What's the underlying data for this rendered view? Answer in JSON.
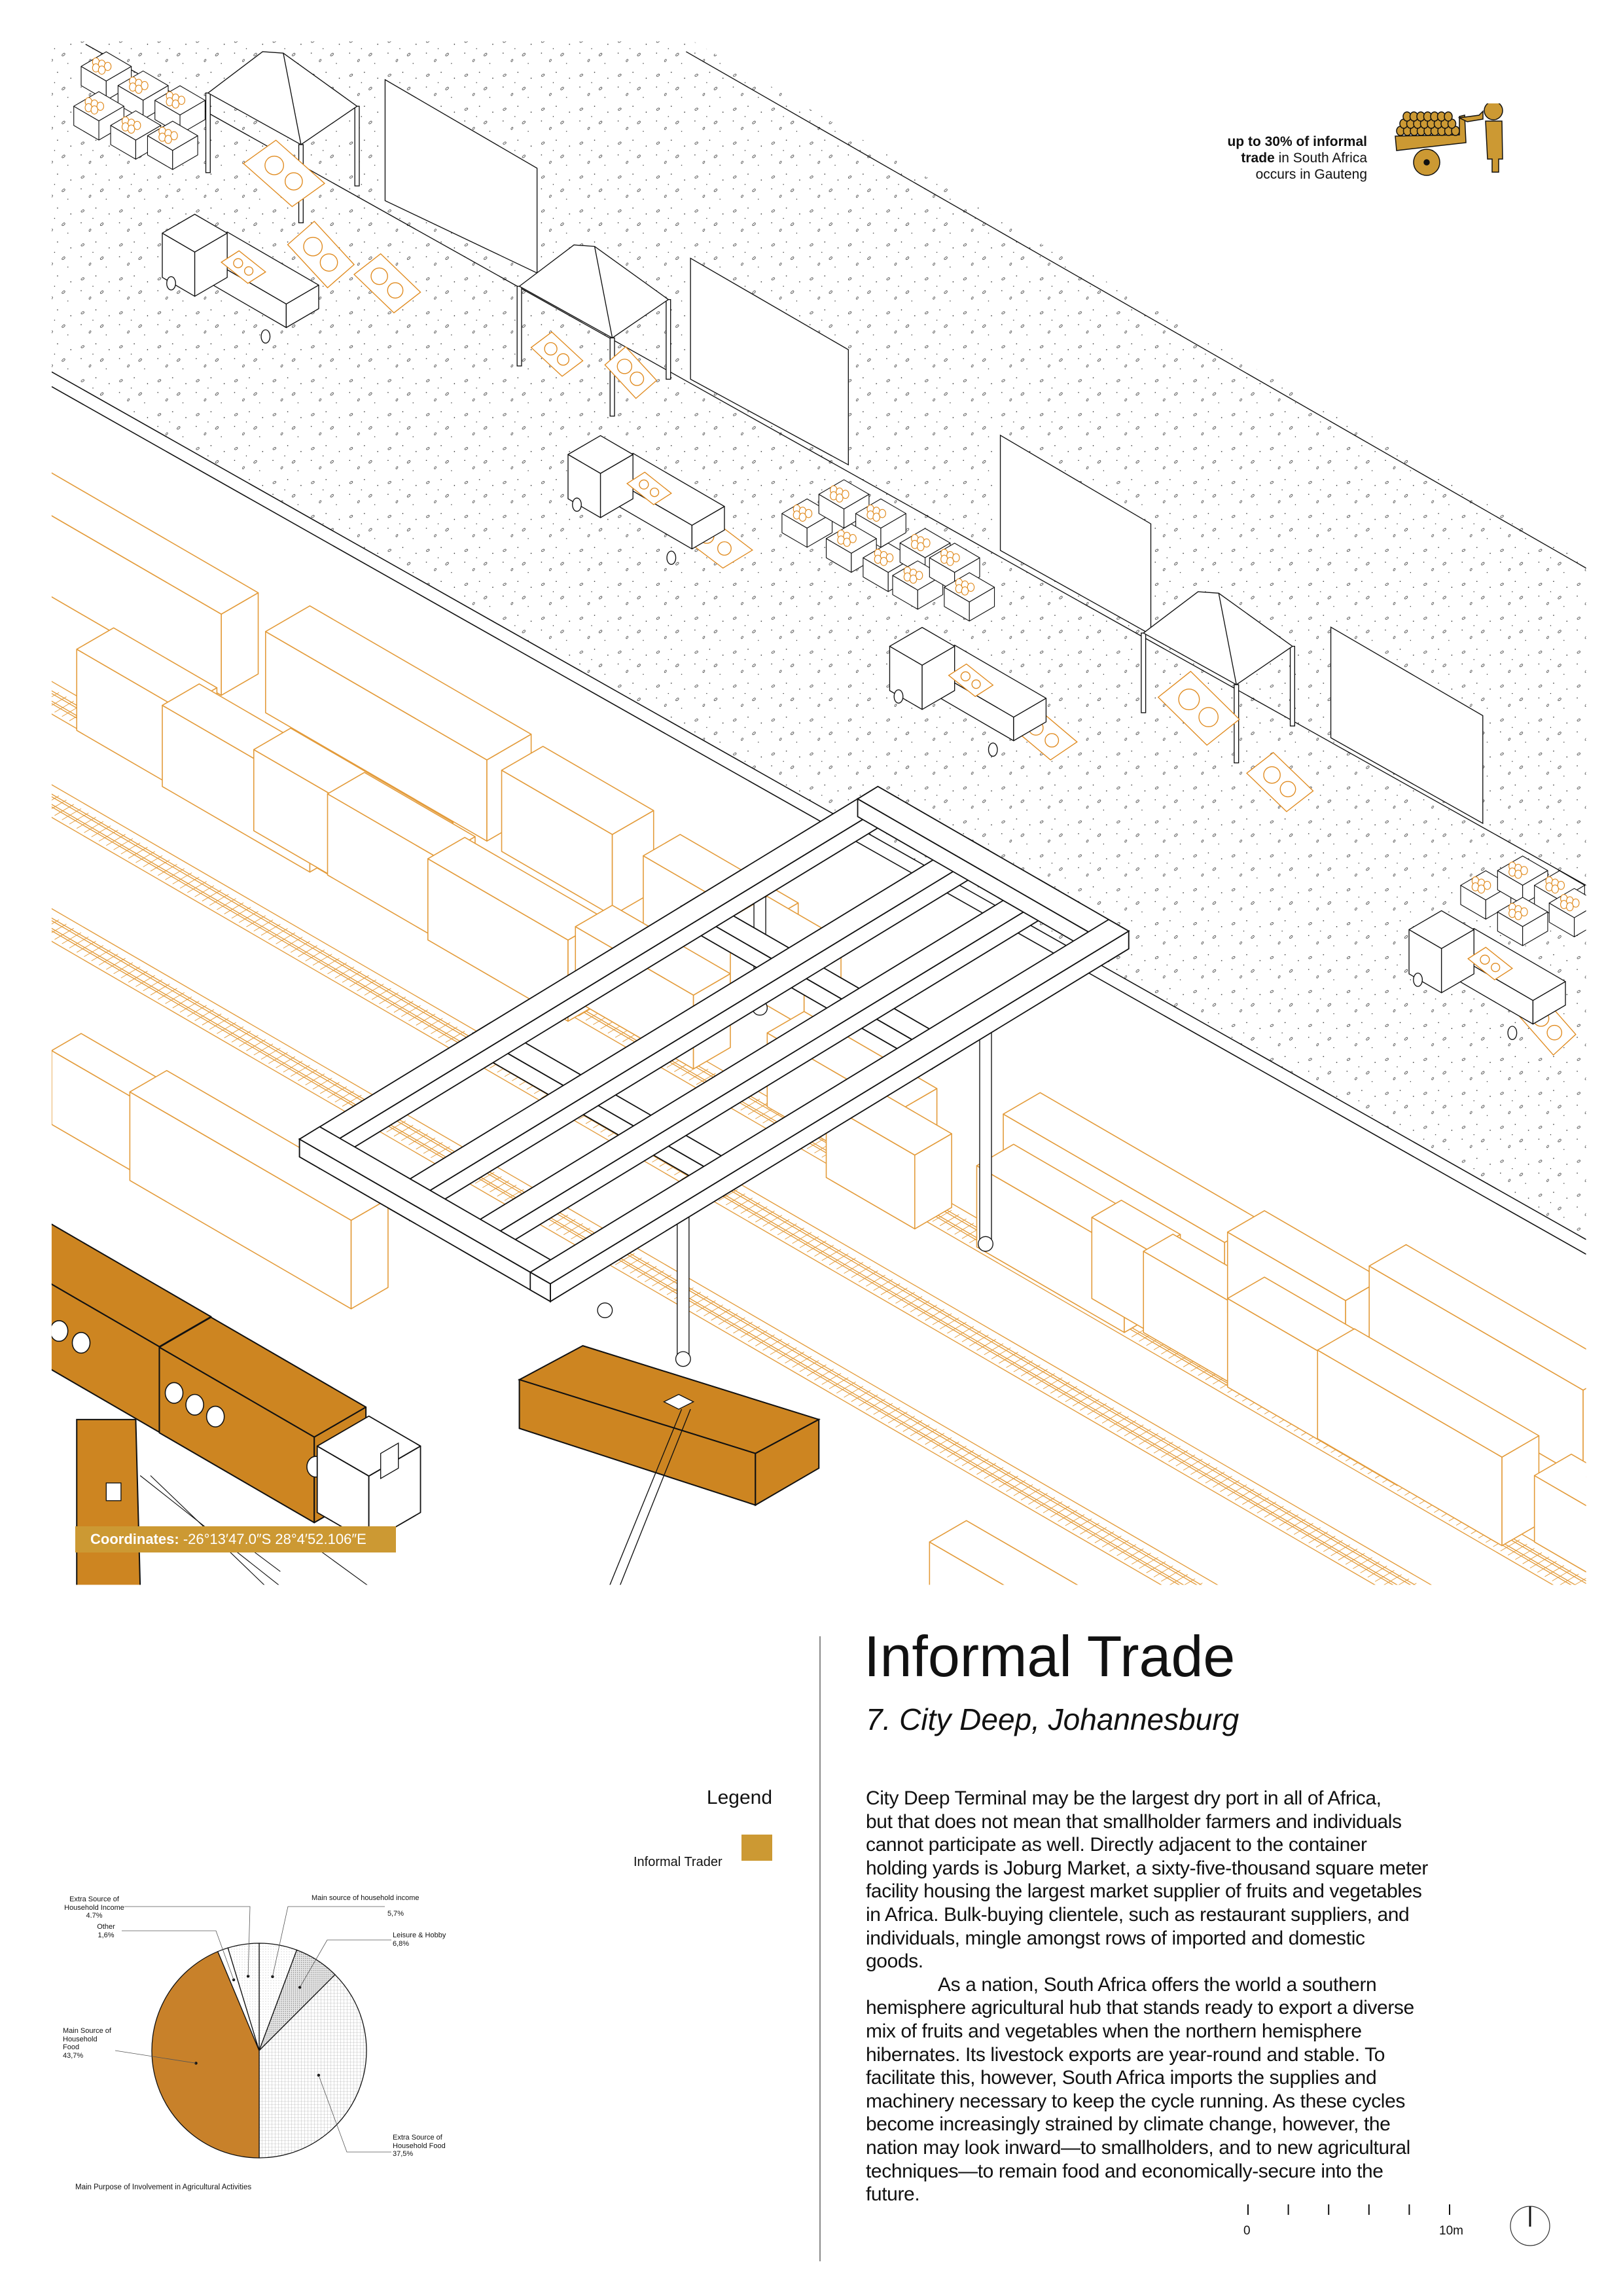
{
  "info": {
    "line1_bold": "up to 30% of informal",
    "line2_bold": "trade",
    "line2_rest": " in South Africa",
    "line3": "occurs in Gauteng",
    "icon": "cart-vendor-icon",
    "color": "#cc9933"
  },
  "coordinates": {
    "label": "Coordinates:",
    "value": "-26°13′47.0″S 28°4′52.106″E"
  },
  "header": {
    "title": "Informal Trade",
    "subtitle": "7. City Deep, Johannesburg"
  },
  "legend": {
    "title": "Legend",
    "items": [
      {
        "label": "Informal Trader",
        "color": "#cc9933"
      }
    ]
  },
  "body": {
    "paragraph1": [
      "City Deep Terminal may be the largest dry port in all of Africa,",
      "but that does not mean that smallholder farmers and individuals",
      "cannot participate as well. Directly adjacent to the container",
      "holding yards is Joburg Market, a sixty-five-thousand square meter",
      "facility housing the largest market supplier of fruits and vegetables",
      "in Africa. Bulk-buying clientele, such as restaurant suppliers, and",
      "individuals, mingle amongst rows of imported and domestic",
      "goods."
    ],
    "paragraph2": [
      "As a nation, South Africa offers the world a southern",
      "hemisphere agricultural hub that stands ready to export a diverse",
      "mix of fruits and vegetables when the northern hemisphere",
      "hibernates. Its livestock exports are year-round and stable. To",
      "facilitate this, however, South Africa imports the supplies and",
      "machinery necessary to keep the cycle running. As these cycles",
      "become increasingly strained by climate change, however, the",
      "nation may look inward—to smallholders, and to new agricultural",
      "techniques—to remain food and economically-secure into the",
      "future."
    ]
  },
  "scale_bar": {
    "start": "0",
    "end": "10m",
    "ticks": 6
  },
  "chart_data": {
    "type": "pie",
    "title": "Main Purpose of Involvement in Agricultural Activities",
    "slices": [
      {
        "label": "Main source of household income",
        "value": 5.7,
        "value_text": "5,7%",
        "fill": "dots-light"
      },
      {
        "label": "Leisure & Hobby",
        "value": 6.8,
        "value_text": "6,8%",
        "fill": "dots-dense"
      },
      {
        "label": "Extra Source of Household Food",
        "value": 37.5,
        "value_text": "37,5%",
        "fill": "grid"
      },
      {
        "label": "Main Source of Household Food",
        "value": 43.7,
        "value_text": "43,7%",
        "fill": "#c8812a"
      },
      {
        "label": "Other",
        "value": 1.6,
        "value_text": "1,6%",
        "fill": "#ffffff"
      },
      {
        "label": "Extra Source of Household Income",
        "value": 4.7,
        "value_text": "4.7%",
        "fill": "dots-light"
      }
    ]
  }
}
